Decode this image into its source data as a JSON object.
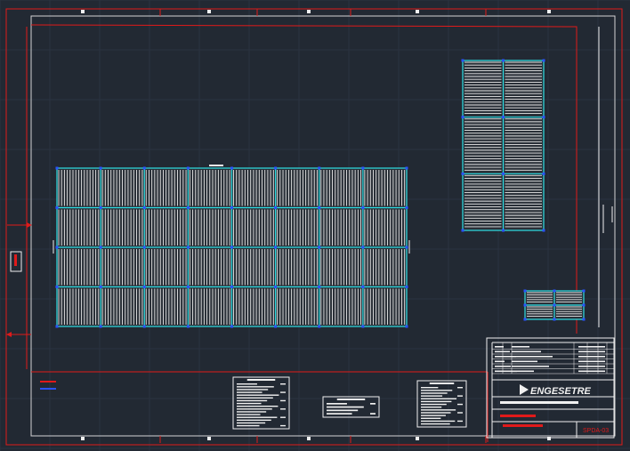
{
  "app": {
    "title": "CAD drawing viewport"
  },
  "title_block": {
    "company": "ENGESETRE",
    "sheet_code": "SPDA-03"
  },
  "colors": {
    "background": "#222933",
    "grid": "#2b3340",
    "frame": "#d4d4d4",
    "red": "#e01a1a",
    "cyan": "#2ee0e6",
    "panel_lines": "#e8e8e8",
    "blue_marker": "#2a52ff",
    "white": "#f0f0f0"
  },
  "icons": {
    "down_conductor_box": "rect-with-red-bar",
    "legend_marker": "blue-line"
  },
  "arrays": [
    {
      "name": "main-array",
      "rows": 4,
      "cols": 8
    },
    {
      "name": "upper-right-array",
      "rows": 3,
      "cols": 2
    },
    {
      "name": "small-right-array",
      "rows": 2,
      "cols": 2
    }
  ]
}
